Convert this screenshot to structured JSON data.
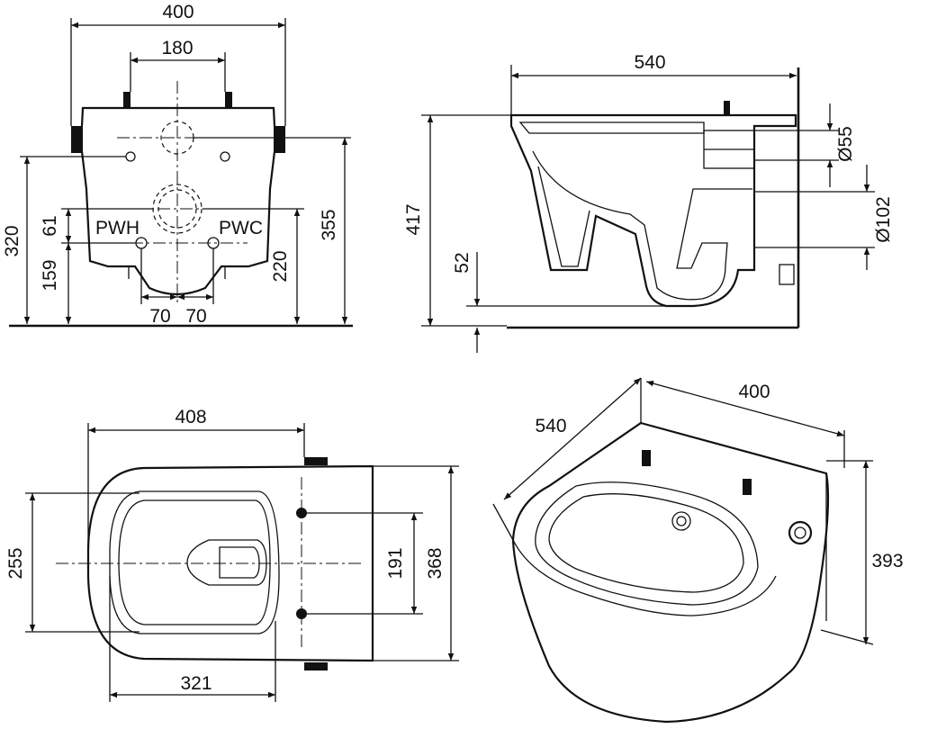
{
  "colors": {
    "ink": "#111111",
    "paper": "#ffffff"
  },
  "front_view": {
    "dim_width": "400",
    "dim_bolt_spacing": "180",
    "dim_height_320": "320",
    "dim_61": "61",
    "dim_159": "159",
    "dim_220": "220",
    "dim_355": "355",
    "dim_left_70": "70",
    "dim_right_70": "70",
    "label_pwh": "PWH",
    "label_pwc": "PWC"
  },
  "side_view": {
    "dim_length": "540",
    "dim_height": "417",
    "dim_52": "52",
    "dim_d55": "Ø55",
    "dim_d102": "Ø102"
  },
  "top_view": {
    "dim_408": "408",
    "dim_255": "255",
    "dim_191": "191",
    "dim_368": "368",
    "dim_321": "321"
  },
  "iso_view": {
    "dim_length": "540",
    "dim_width": "400",
    "dim_height": "393"
  }
}
